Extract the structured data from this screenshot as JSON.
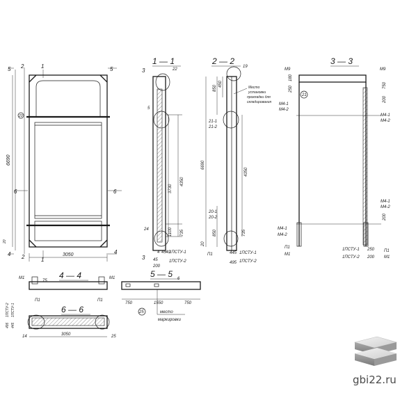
{
  "sections": {
    "s11": "1 — 1",
    "s22": "2 — 2",
    "s33": "3 — 3",
    "s44": "4 — 4",
    "s55": "5 — 5",
    "s66": "6 — 6"
  },
  "elevation": {
    "width_dim": "3050",
    "height_dim": "6690",
    "markers": {
      "m1": "1",
      "m2": "2",
      "m4": "4",
      "m5": "5",
      "m6": "6",
      "m20": "20"
    },
    "callout": "23"
  },
  "section11": {
    "dims": [
      "3730",
      "4350",
      "1100",
      "735",
      "40",
      "200"
    ],
    "callouts": [
      "22",
      "5",
      "24"
    ],
    "markers": [
      "3",
      "3"
    ],
    "labels": [
      "1ПСТУ-1",
      "1ПСТУ-2",
      "4",
      "45"
    ]
  },
  "section22": {
    "dims": [
      "850",
      "450",
      "6690",
      "4350",
      "850",
      "735",
      "445",
      "20"
    ],
    "callouts": [
      "19"
    ],
    "note": [
      "Место",
      "установки",
      "прокладки для",
      "складирования"
    ],
    "labels": [
      "21-1",
      "21-2",
      "20-1",
      "20-2",
      "П1",
      "495",
      "1ПСТУ-1",
      "1ПСТУ-2"
    ]
  },
  "section33": {
    "dims": [
      "180",
      "250",
      "750",
      "200",
      "200",
      "200"
    ],
    "labels": [
      "М9",
      "М9",
      "М4-1",
      "М4-2",
      "М4-1",
      "М4-2",
      "М4-1",
      "М4-2",
      "М4-1",
      "М4-2",
      "П1",
      "М1",
      "П1",
      "М1",
      "1ПСТУ-1",
      "1ПСТУ-2",
      "250",
      "200"
    ],
    "callout": "21"
  },
  "section44": {
    "labels": [
      "М1",
      "М1",
      "75",
      "П1",
      "П1"
    ]
  },
  "section55": {
    "dims": [
      "750",
      "1550",
      "750"
    ],
    "callout": "25",
    "note": [
      "место",
      "маркировки"
    ],
    "labels": [
      "6"
    ]
  },
  "section66": {
    "dims": [
      "3050",
      "495",
      "1ПСТУ-2",
      "445",
      "1ПСТУ-1"
    ],
    "labels": [
      "14",
      "25"
    ]
  },
  "watermark": "gbi22.ru"
}
